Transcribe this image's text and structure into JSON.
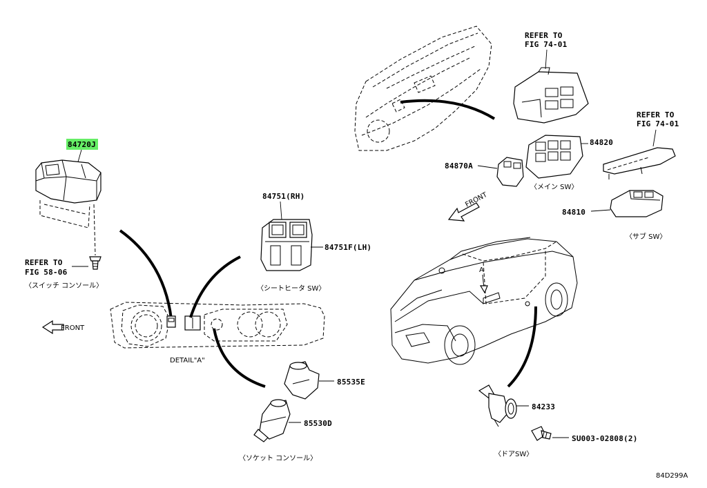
{
  "diagram": {
    "highlight_color": "#66ee66",
    "labels": {
      "p84720J": "84720J",
      "refer58_l1": "REFER TO",
      "refer58_l2": "FIG 58-06",
      "switch_console": "〈スイッチ コンソール〉",
      "front_left": "FRONT",
      "detail_a": "DETAIL\"A\"",
      "p84751RH": "84751(RH)",
      "p84751FLH": "84751F(LH)",
      "seat_heater": "〈シートヒータ SW〉",
      "p85535E": "85535E",
      "p85530D": "85530D",
      "socket_console": "〈ソケット コンソール〉",
      "refer74a_l1": "REFER TO",
      "refer74a_l2": "FIG 74-01",
      "p84820": "84820",
      "p84870A": "84870A",
      "main_sw": "〈メイン SW〉",
      "front_right": "FRONT",
      "refer74b_l1": "REFER TO",
      "refer74b_l2": "FIG 74-01",
      "p84810": "84810",
      "sub_sw": "〈サブ SW〉",
      "car_a": "A",
      "p84233": "84233",
      "su003": "SU003-02808(2)",
      "door_sw": "〈ドアSW〉",
      "drawing_no": "84D299A"
    }
  }
}
